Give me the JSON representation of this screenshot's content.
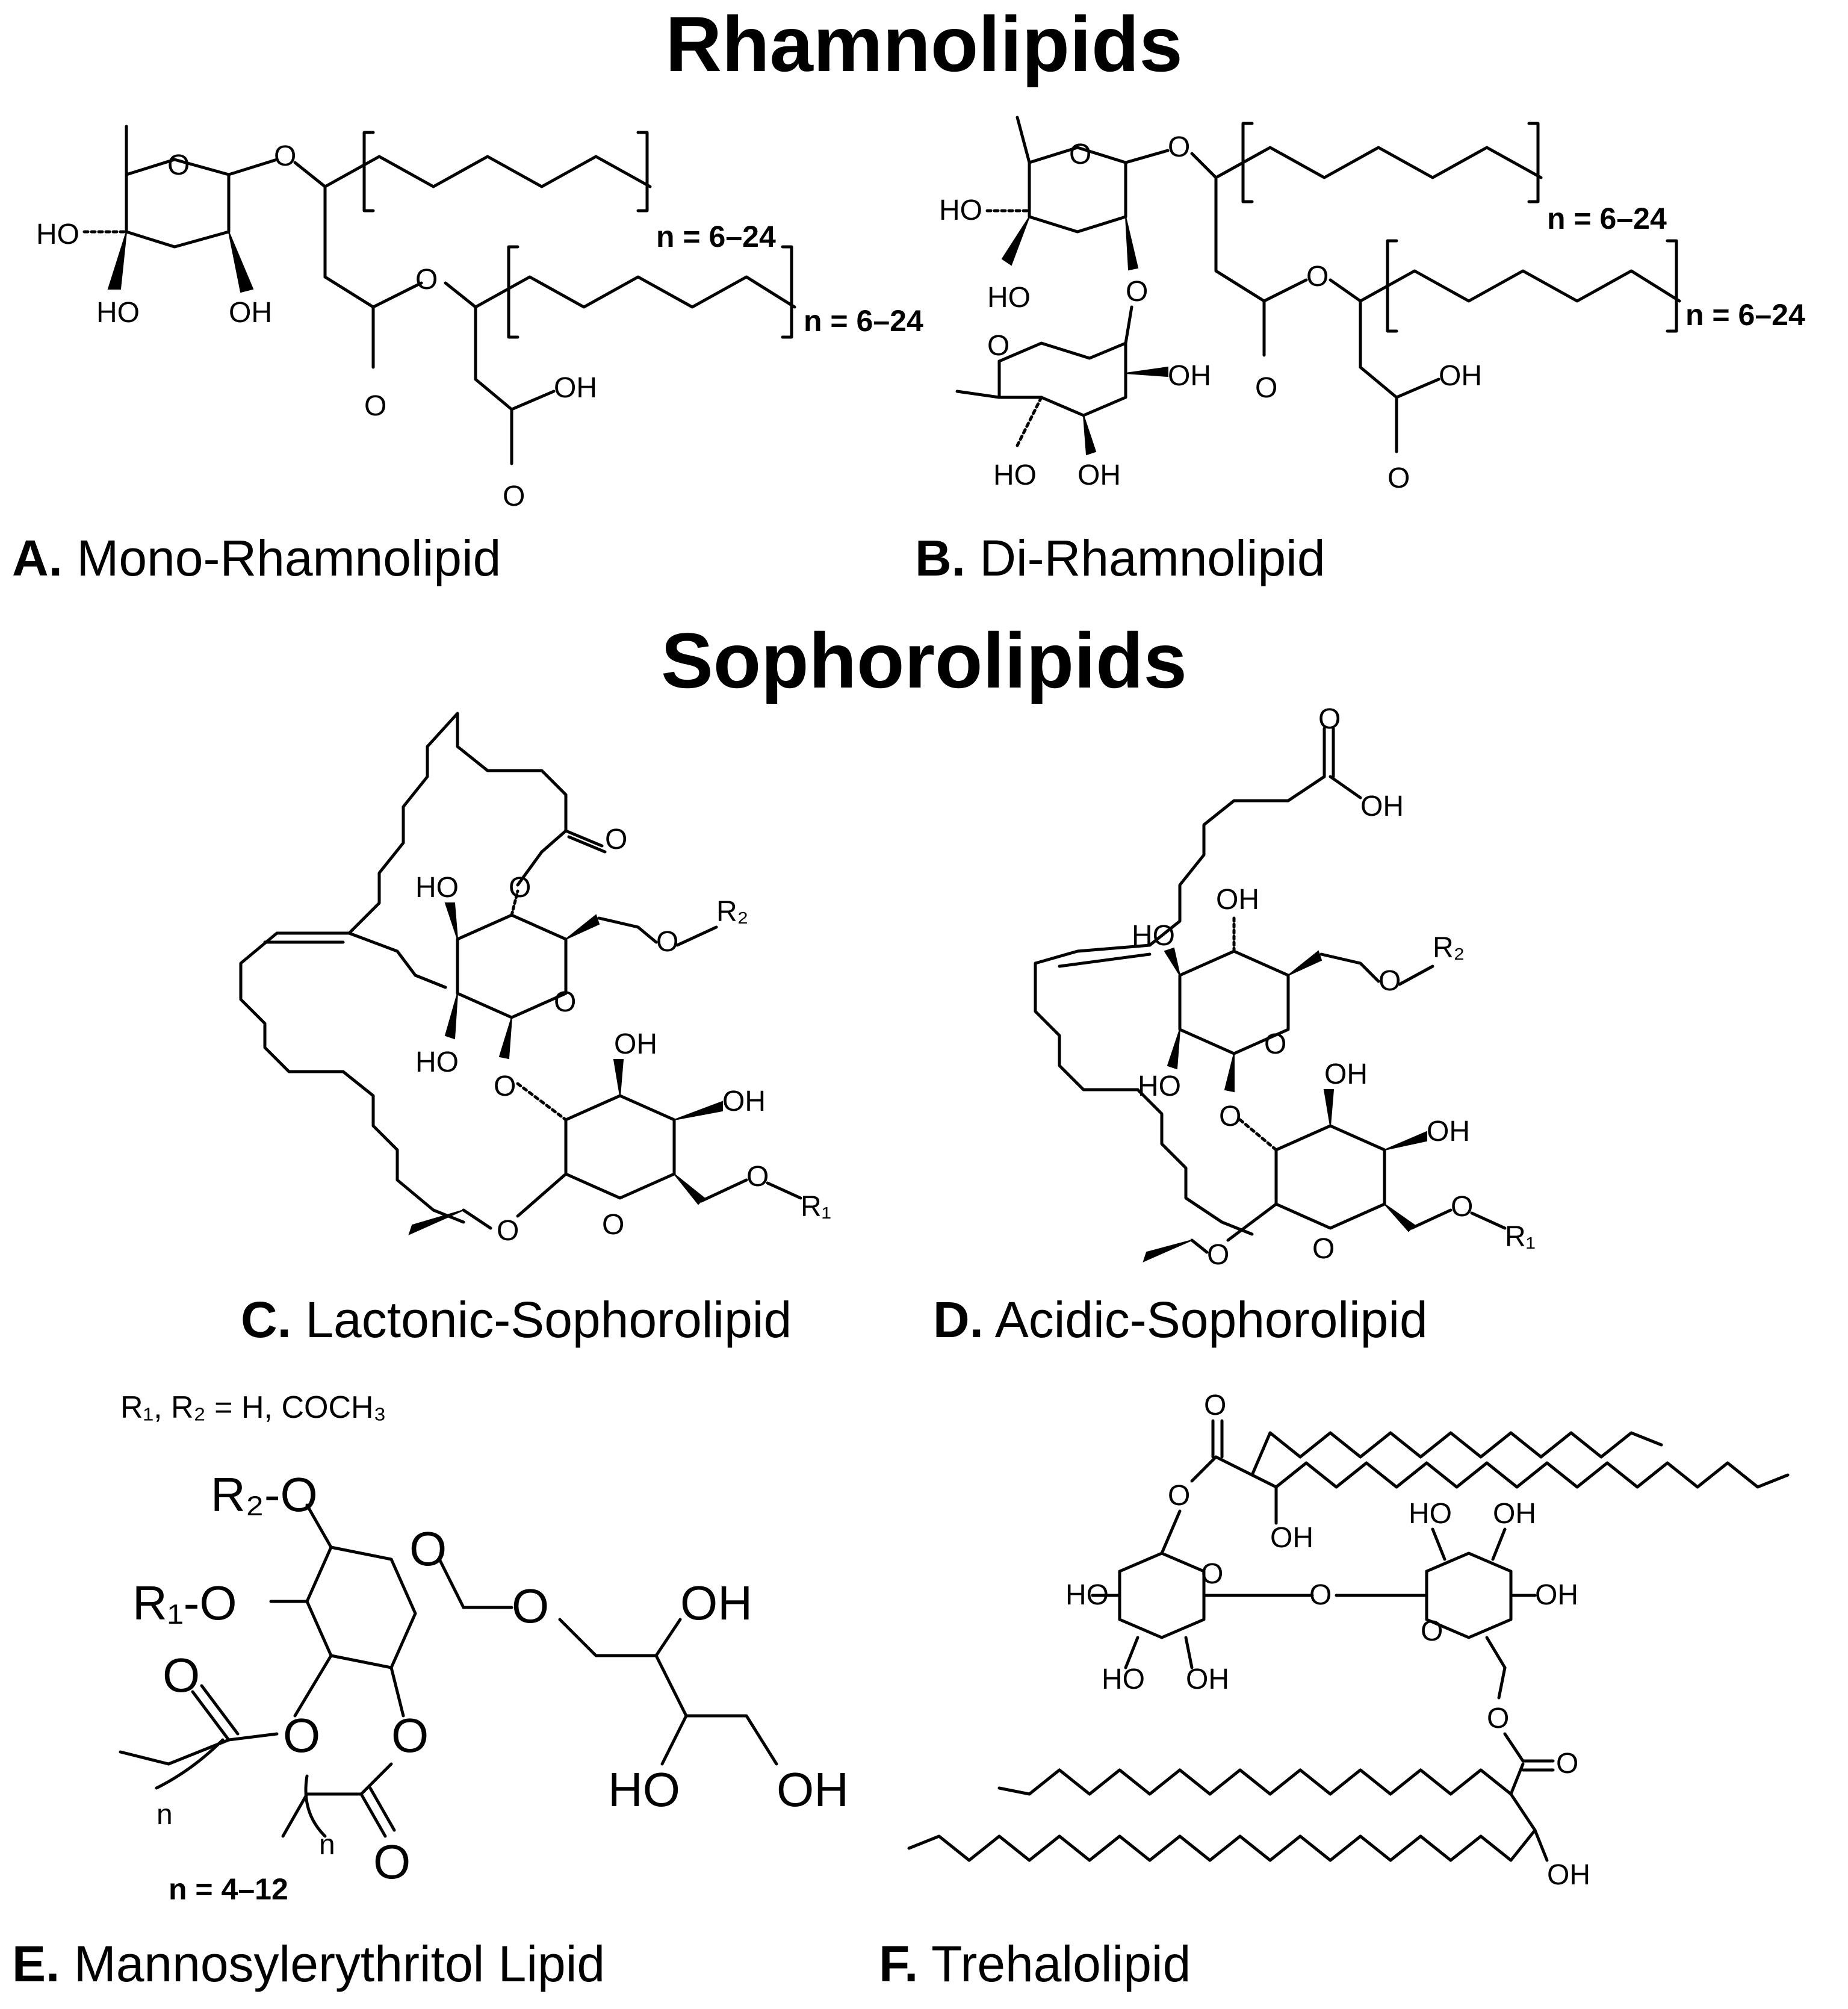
{
  "titles": {
    "rhamnolipids": "Rhamnolipids",
    "sophorolipids": "Sophorolipids"
  },
  "panels": {
    "a": {
      "letter": "A.",
      "name": "Mono-Rhamnolipid",
      "n1": "n = 6–24",
      "n2": "n = 6–24"
    },
    "b": {
      "letter": "B.",
      "name": "Di-Rhamnolipid",
      "n1": "n = 6–24",
      "n2": "n = 6–24"
    },
    "c": {
      "letter": "C.",
      "name": "Lactonic-Sophorolipid"
    },
    "d": {
      "letter": "D.",
      "name": "Acidic-Sophorolipid"
    },
    "e": {
      "letter": "E.",
      "name": "Mannosylerythritol Lipid",
      "r_note": "R₁, R₂ = H, COCH₃",
      "n_range": "n = 4–12"
    },
    "f": {
      "letter": "F.",
      "name": "Trehalolipid"
    }
  },
  "atoms": {
    "O": "O",
    "OH": "OH",
    "HO": "HO",
    "OR1": "O",
    "OR2": "O",
    "R1": "R₁",
    "R2": "R₂",
    "R1O": "R₁-O",
    "R2O": "R₂-O",
    "n": "n"
  }
}
